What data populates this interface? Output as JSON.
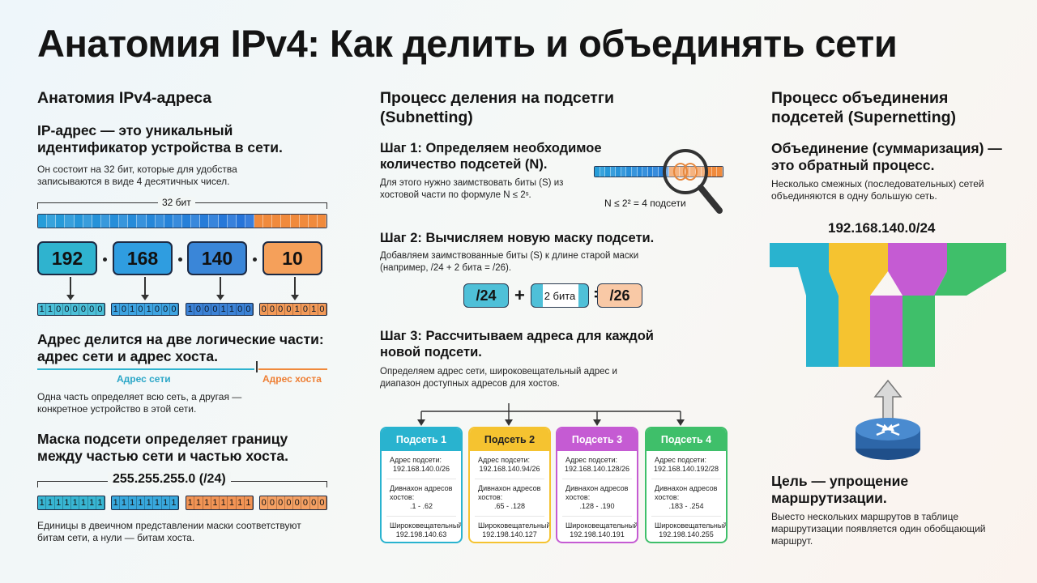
{
  "title": "Анатомия IPv4: Как делить и объединять сети",
  "anatomy": {
    "section_title": "Анатомия IPv4-адреса",
    "head1": "IP-адрес — это уникальный идентификатор устройства в сети.",
    "desc1": "Он состоит на 32 бит, которые для удобства записываются в виде 4 десятичных чисел.",
    "bits_label": "32 бит",
    "octets": [
      "192",
      "168",
      "140",
      "10"
    ],
    "binary": [
      "11000000",
      "10101000",
      "10001100",
      "00001010"
    ],
    "head2": "Адрес делится на две логические части: адрес сети и адрес хоста.",
    "network_label": "Адрес сети",
    "host_label": "Адрес хоста",
    "desc2": "Одна часть определяет всю сеть, а другая — конкретное устройство в этой сети.",
    "head3": "Маска подсети определяет границу между частью сети и частью хоста.",
    "mask_value": "255.255.255.0 (/24)",
    "mask_binary": [
      "11111111",
      "11111111",
      "11111111",
      "00000000"
    ],
    "desc3": "Единицы в двеичном представлении маски соответствуют битам сети, а нули — битам хоста."
  },
  "subnetting": {
    "section_title": "Процесс деления на подсетги (Subnetting)",
    "step1_title": "Шаг 1: Определяем необходимое количество подсетей (N).",
    "step1_desc": "Для этого нужно заимствовать биты (S) из хостовой части по формуле N ≤ 2ˢ.",
    "step1_formula": "N ≤ 2² = 4 подсети",
    "step2_title": "Шаг 2: Вычисляем новую маску подсети.",
    "step2_desc": "Добавляем заимствованные биты (S) к длине старой маски (например, /24 + 2 бита = /26).",
    "eq_left": "/24",
    "eq_plus": "+",
    "eq_mid": "2 бита",
    "eq_equals": "=",
    "eq_right": "/26",
    "step3_title": "Шаг 3: Рассчитываем адреса для каждой новой подсети.",
    "step3_desc": "Определяем адрес сети, широковещательный адрес и диапазон доступных адресов для хостов.",
    "cards": [
      {
        "name": "Подсеть 1",
        "addr_label": "Адрес подсети:",
        "addr": "192.168.140.0/26",
        "range_label": "Дивнахон адресов хостов:",
        "range": ".1 - .62",
        "bc_label": "Широковещательный",
        "bc": "192.198.140.63",
        "color": "#29b3cf"
      },
      {
        "name": "Подсеть 2",
        "addr_label": "Адрес подсети:",
        "addr": "192.168.140.94/26",
        "range_label": "Дивнахон адресов хостов:",
        "range": ".65 - .128",
        "bc_label": "Широковещательный",
        "bc": "192.198.140.127",
        "color": "#f5c330"
      },
      {
        "name": "Подсеть 3",
        "addr_label": "Адрес подсети:",
        "addr": "192.168.140.128/26",
        "range_label": "Дивнахон адресов хостов:",
        "range": ".128 - .190",
        "bc_label": "Широковещательный",
        "bc": "192.198.140.191",
        "color": "#c55bd3"
      },
      {
        "name": "Подсеть 4",
        "addr_label": "Адрес подсети:",
        "addr": "192.168.140.192/28",
        "range_label": "Дивнахон адресов хостов:",
        "range": ".183 - .254",
        "bc_label": "Широковещательный",
        "bc": "192.198.140.255",
        "color": "#3fbf6a"
      }
    ]
  },
  "supernetting": {
    "section_title": "Процесс объединения подсетей (Supernetting)",
    "head1": "Объединение (суммаризация) — это обратный процесс.",
    "desc1": "Несколько смежных (последовательных) сетей объединяются в одну большую сеть.",
    "network": "192.168.140.0/24",
    "head2": "Цель — упрощение маршрутизации.",
    "desc2": "Выесто нескольких маршрутов в таблице маршрутизации появляется один обобщающий маршрут.",
    "colors": [
      "#29b3cf",
      "#f5c330",
      "#c55bd3",
      "#3fbf6a"
    ]
  }
}
